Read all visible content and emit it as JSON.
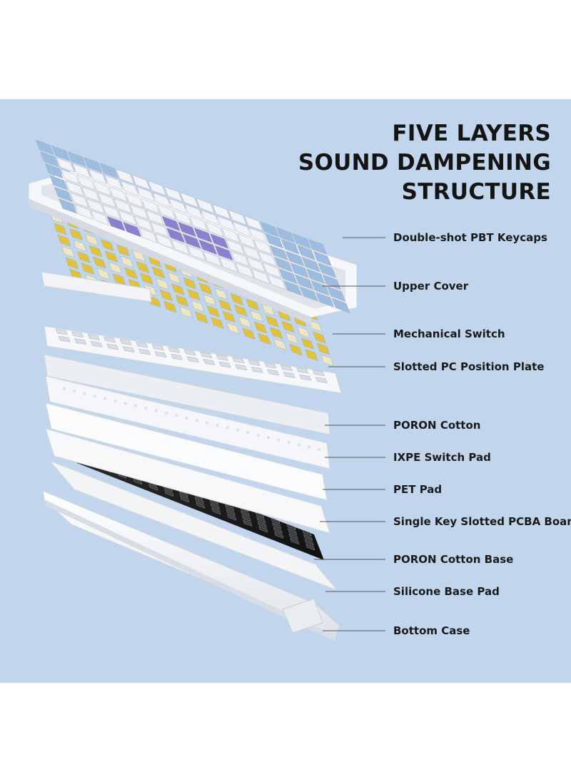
{
  "title_lines": [
    "FIVE LAYERS",
    "SOUND DAMPENING",
    "STRUCTURE"
  ],
  "callouts": [
    {
      "label": "Double-shot PBT Keycaps"
    },
    {
      "label": "Upper Cover"
    },
    {
      "label": "Mechanical Switch"
    },
    {
      "label": "Slotted PC Position Plate"
    },
    {
      "label": "PORON Cotton"
    },
    {
      "label": "IXPE Switch Pad"
    },
    {
      "label": "PET Pad"
    },
    {
      "label": "Single Key Slotted PCBA Board"
    },
    {
      "label": "PORON Cotton Base"
    },
    {
      "label": "Silicone Base Pad"
    },
    {
      "label": "Bottom Case"
    }
  ],
  "colors": {
    "background": "#c1d6ec",
    "keycap_blue": "#9dbde0",
    "keycap_white": "#f1f3f8",
    "keycap_purple": "#8a80cf",
    "switch_yellow": "#e3c23b",
    "foam_black": "#1e1e1e",
    "case_white": "#f6f7f9"
  }
}
